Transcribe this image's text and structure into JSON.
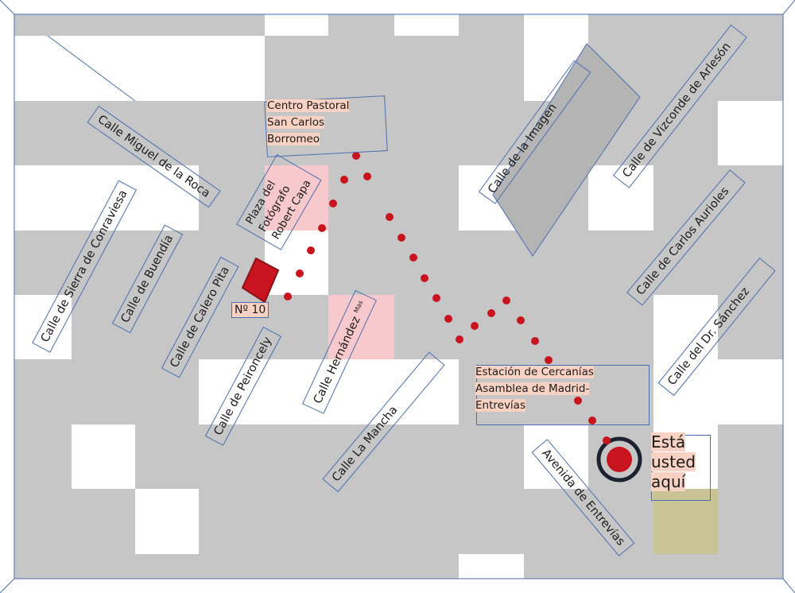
{
  "map": {
    "colors": {
      "block": "#c6c6c6",
      "open": "#ffffff",
      "plaza": "#f7c9cc",
      "park": "#c8c495",
      "route": "#c8141e",
      "outline": "#4a6fb0",
      "label_bg": "#f9d2c3"
    },
    "streets": [
      "Calle Miguel de la Roca",
      "Calle de Sierra de Conraviesa",
      "Calle de Buendía",
      "Calle de Calero Pita",
      "Calle de Peironcely",
      "Calle La Mancha",
      "Calle de la Imagen",
      "Calle de Vizconde de Arlesón",
      "Calle de Carlos Aurioles",
      "Calle del Dr. Sánchez",
      "Avenida de Entrevías"
    ],
    "hernandez": {
      "main": "Calle Hernández",
      "small": "Mas"
    },
    "plaza": [
      "Plaza del",
      "Fotógrafo",
      "Robert Capa"
    ],
    "centro": [
      "Centro Pastoral",
      "San Carlos",
      "Borromeo"
    ],
    "number": "Nº 10",
    "station": [
      "Estación de Cercanías",
      "Asamblea de Madrid-",
      "Entrevías"
    ],
    "you_are_here": [
      "Está",
      "usted",
      "aquí"
    ],
    "route_icon": "dotted-route",
    "here_icon": "you-are-here-target-icon"
  }
}
